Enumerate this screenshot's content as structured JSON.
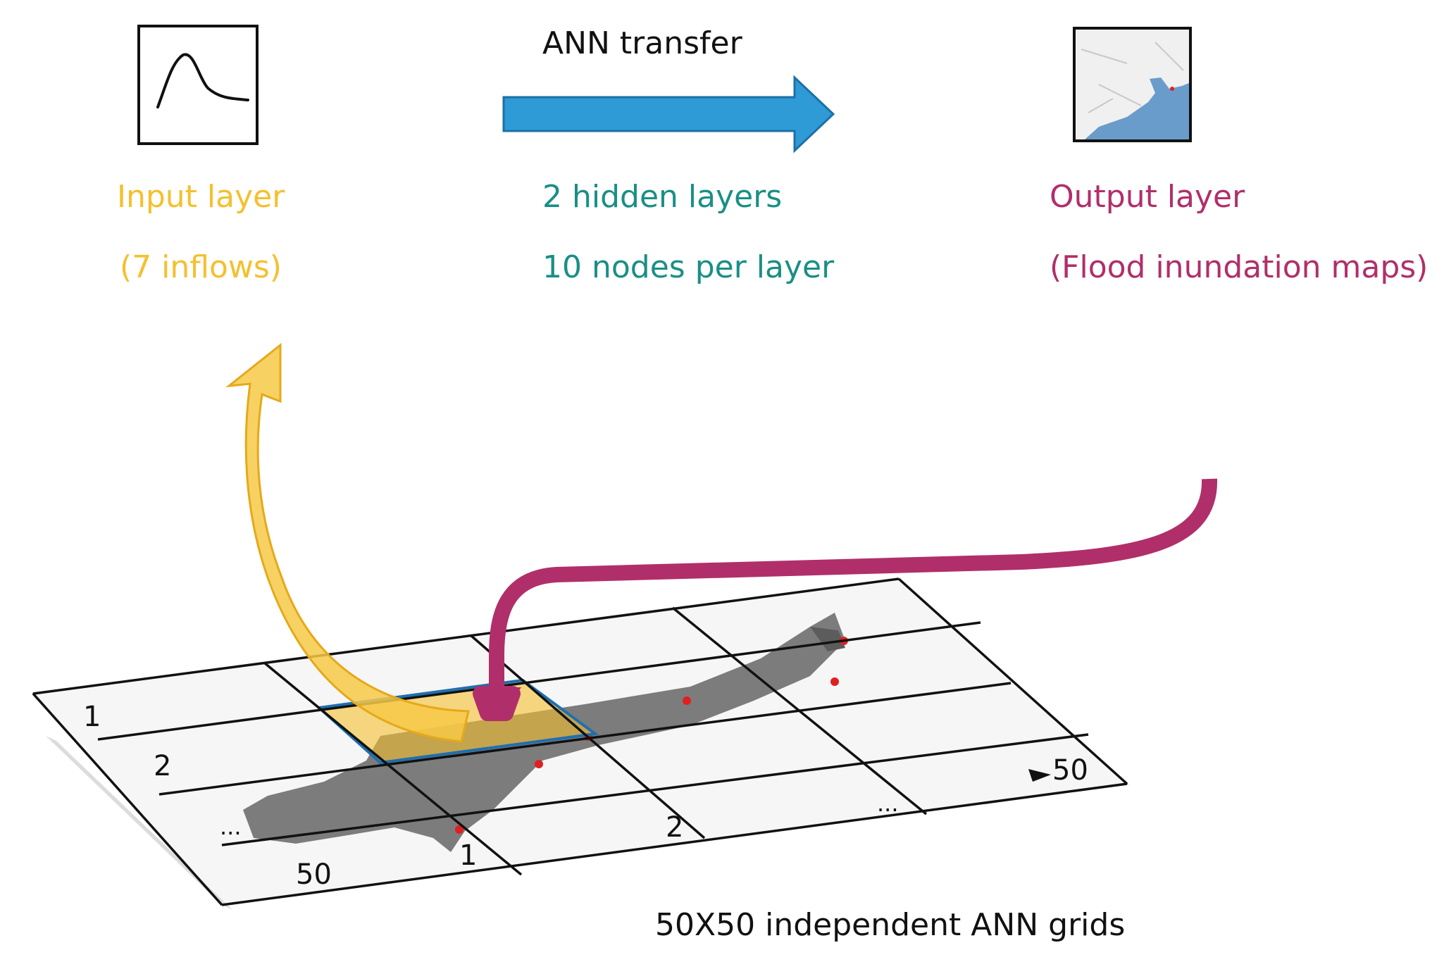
{
  "top": {
    "transfer_label": "ANN transfer",
    "input": {
      "title": "Input layer",
      "detail": "(7 inflows)",
      "color": "#F5C02E"
    },
    "hidden": {
      "line1": "2 hidden layers",
      "line2": "10 nodes per layer",
      "color": "#1A8F86"
    },
    "output": {
      "title": "Output layer",
      "detail": "(Flood inundation maps)",
      "color": "#B02F6A"
    },
    "arrow_color": "#2E9BD6"
  },
  "grid": {
    "row_labels": [
      "1",
      "2",
      "...",
      "50"
    ],
    "col_labels": [
      "1",
      "2",
      "...",
      "50"
    ],
    "highlight_color": "#F5C02E",
    "highlight_border": "#1F6FB0"
  },
  "caption": "50X50 independent ANN grids"
}
